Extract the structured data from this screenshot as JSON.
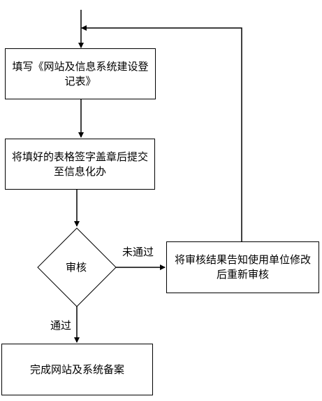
{
  "colors": {
    "stroke": "#000000",
    "background": "#ffffff"
  },
  "nodes": {
    "fill_form": "填写《网站及信息系统建设登记表》",
    "submit": "将填好的表格签字盖章后提交至信息化办",
    "review": "审核",
    "notify": "将审核结果告知使用单位修改后重新审核",
    "complete": "完成网站及系统备案"
  },
  "edges": {
    "fail_label": "未通过",
    "pass_label": "通过"
  }
}
